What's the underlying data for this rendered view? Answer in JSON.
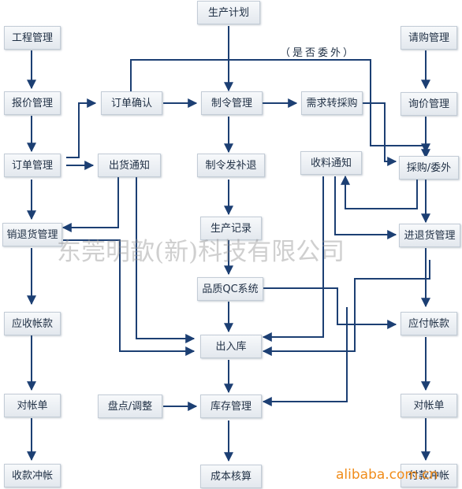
{
  "diagram": {
    "nodes": {
      "production_plan": "生产计划",
      "engineering": "工程管理",
      "purchase_request": "请购管理",
      "quotation": "报价管理",
      "order_confirm": "订单确认",
      "work_order": "制令管理",
      "demand_to_purchase": "需求转採购",
      "inquiry": "询价管理",
      "order_mgmt": "订单管理",
      "shipping_notice": "出货通知",
      "work_order_issue": "制令发补退",
      "receiving_notice": "收料通知",
      "purchase_outsource": "採购/委外",
      "sales_return": "销退货管理",
      "production_record": "生产记录",
      "purchase_return": "进退货管理",
      "qc_system": "品质QC系统",
      "receivable": "应收帐款",
      "payable": "应付帐款",
      "stock_in_out": "出入库",
      "reconcile_left": "对帐单",
      "stocktake": "盘点/调整",
      "inventory": "库存管理",
      "reconcile_right": "对帐单",
      "collection": "收款冲帐",
      "cost": "成本核算",
      "payment": "付款冲帐"
    },
    "decision_label": "（是否委外）",
    "watermark": "东莞明歆(新)科技有限公司",
    "credit": "alibaba.com.cn"
  }
}
